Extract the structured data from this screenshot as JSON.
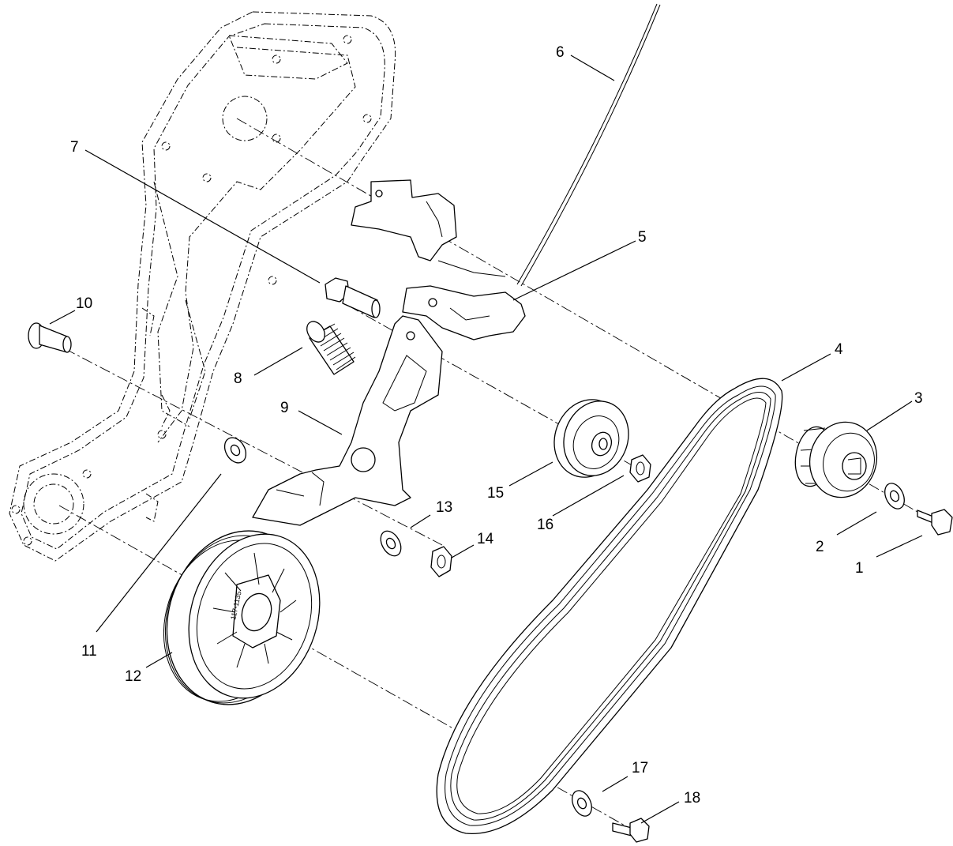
{
  "diagram": {
    "callouts": [
      {
        "id": "1",
        "label": "1"
      },
      {
        "id": "2",
        "label": "2"
      },
      {
        "id": "3",
        "label": "3"
      },
      {
        "id": "4",
        "label": "4"
      },
      {
        "id": "5",
        "label": "5"
      },
      {
        "id": "6",
        "label": "6"
      },
      {
        "id": "7",
        "label": "7"
      },
      {
        "id": "8",
        "label": "8"
      },
      {
        "id": "9",
        "label": "9"
      },
      {
        "id": "10",
        "label": "10"
      },
      {
        "id": "11",
        "label": "11"
      },
      {
        "id": "12",
        "label": "12"
      },
      {
        "id": "13",
        "label": "13"
      },
      {
        "id": "14",
        "label": "14"
      },
      {
        "id": "15",
        "label": "15"
      },
      {
        "id": "16",
        "label": "16"
      },
      {
        "id": "17",
        "label": "17"
      },
      {
        "id": "18",
        "label": "18"
      }
    ],
    "pulley_marking": "117-1135"
  }
}
